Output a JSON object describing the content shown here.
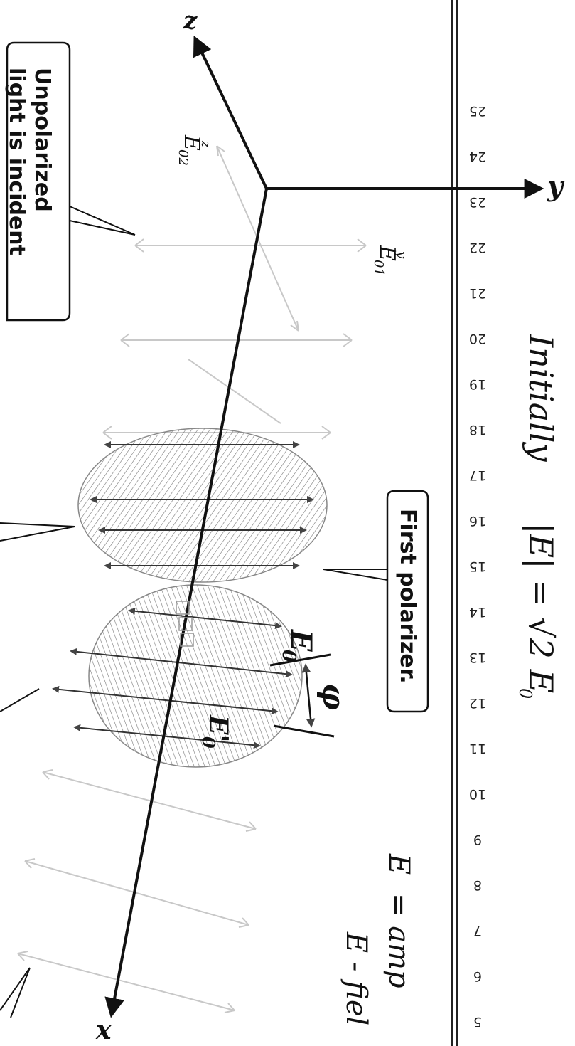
{
  "callouts": {
    "unpolarized_line1": "Unpolarized",
    "unpolarized_line2": "light is incident",
    "first_polarizer": "First polarizer."
  },
  "axes": {
    "z": "z",
    "y": "y",
    "x": "x"
  },
  "field_labels": {
    "e0": "E",
    "e0_sub": "0",
    "e0_prime": "E'",
    "e0_prime_sub": "0",
    "phi": "φ",
    "e0z": "E",
    "e0z_sup": "z",
    "e0z_sub": "02",
    "e0y": "E",
    "e0y_sup": "y",
    "e0y_sub": "01"
  },
  "handwriting": {
    "initially": "Initially",
    "formula": "|E| = √2 E",
    "formula_sub": "0",
    "def_line1": "E",
    "def_line1_rest": "= amp",
    "def_line2": "E - fiel"
  },
  "ruler": {
    "numbers": [
      "25",
      "24",
      "23",
      "22",
      "21",
      "20",
      "19",
      "18",
      "17",
      "16",
      "15",
      "14",
      "13",
      "12",
      "11",
      "10",
      "9",
      "8",
      "7",
      "6",
      "5"
    ]
  },
  "colors": {
    "ink": "#111111",
    "ghost_arrow": "#c8c8c8",
    "polarizer_hatch": "#666666"
  }
}
